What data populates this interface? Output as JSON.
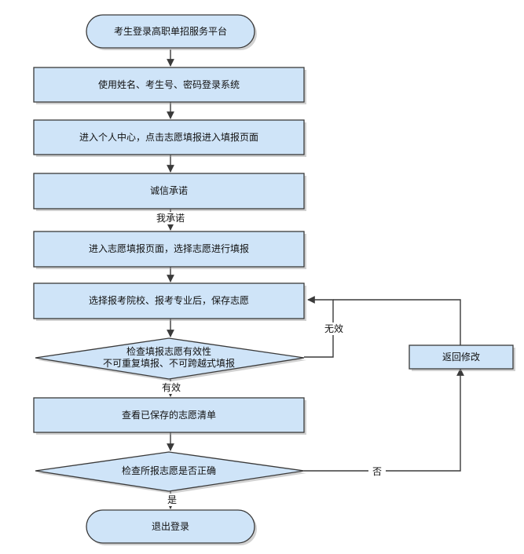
{
  "nodes": {
    "start": "考生登录高职单招服务平台",
    "login": "使用姓名、考生号、密码登录系统",
    "personal_center": "进入个人中心，点击志愿填报进入填报页面",
    "integrity": "诚信承诺",
    "enter_fill": "进入志愿填报页面，选择志愿进行填报",
    "select": "选择报考院校、报考专业后，保存志愿",
    "check_valid_line1": "检查填报志愿有效性",
    "check_valid_line2": "不可重复填报、不可跨越式填报",
    "view_list": "查看已保存的志愿清单",
    "check_correct": "检查所报志愿是否正确",
    "return_edit": "返回修改",
    "end": "退出登录"
  },
  "edge_labels": {
    "promise": "我承诺",
    "invalid": "无效",
    "valid": "有效",
    "no": "否",
    "yes": "是"
  }
}
